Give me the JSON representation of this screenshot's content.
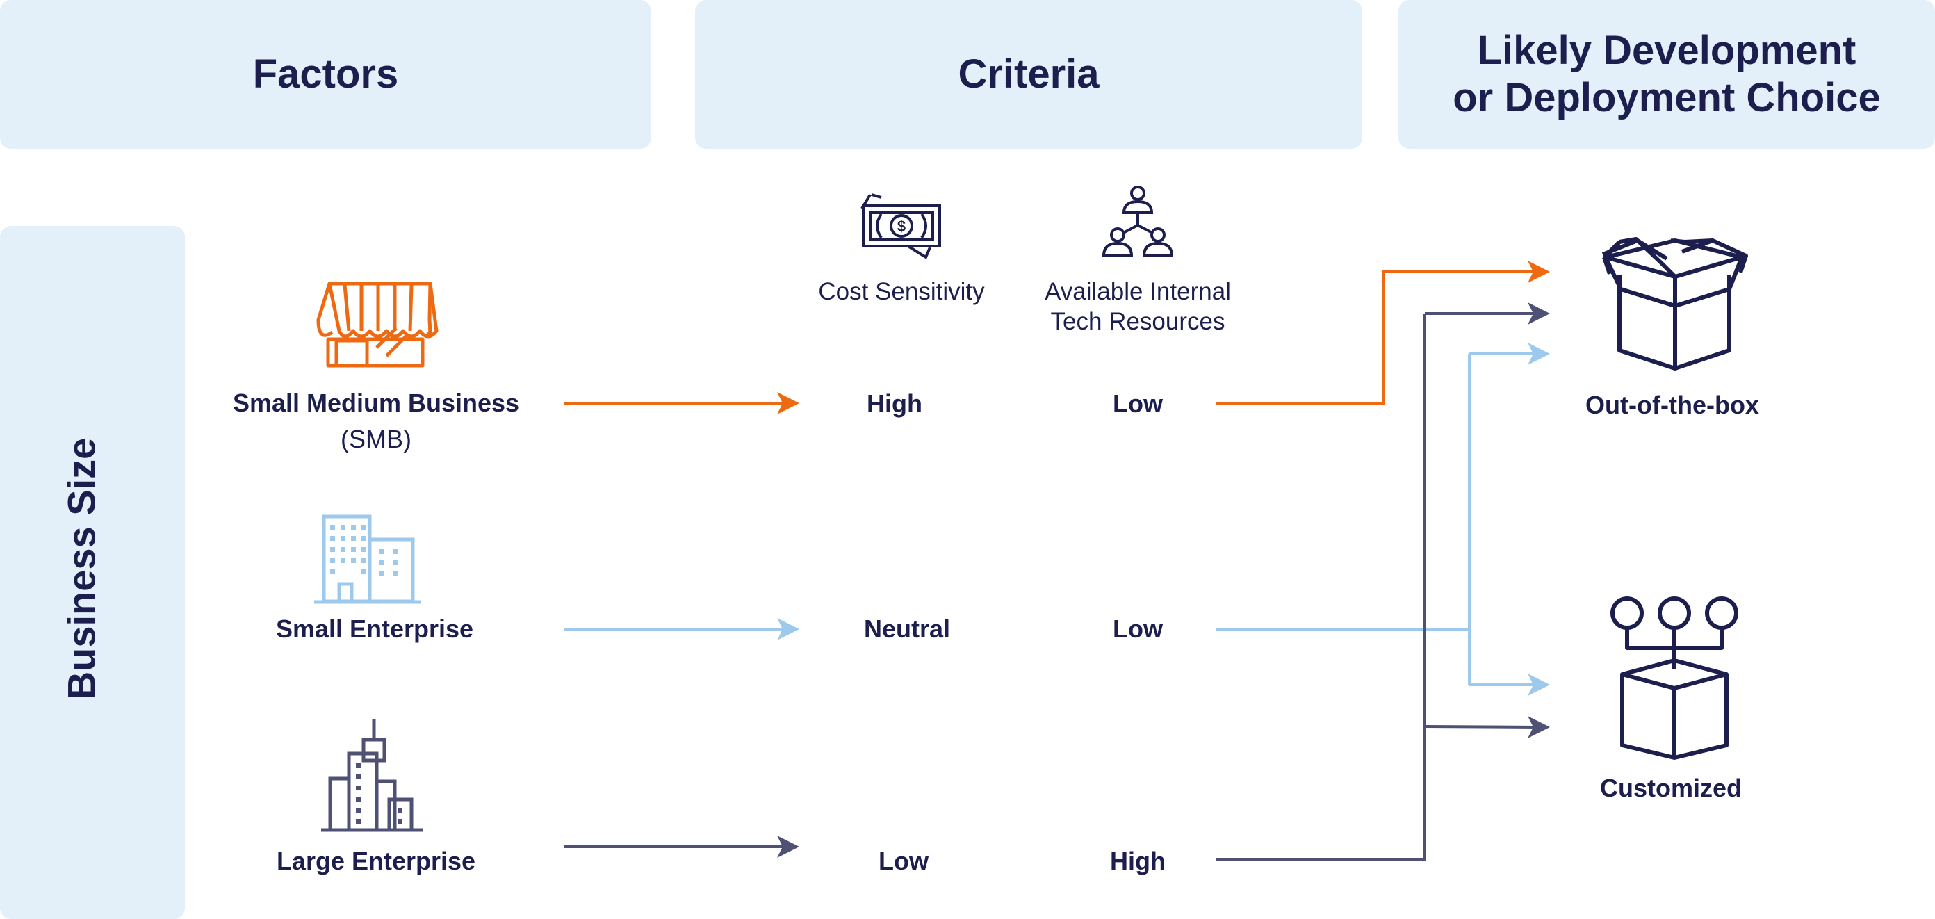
{
  "headers": {
    "factors": "Factors",
    "criteria": "Criteria",
    "choice_line1": "Likely Development",
    "choice_line2": "or Deployment Choice"
  },
  "side_label": "Business Size",
  "criteria_columns": {
    "cost": {
      "label": "Cost Sensitivity",
      "icon": "money-icon"
    },
    "tech": {
      "label_line1": "Available Internal",
      "label_line2": "Tech Resources",
      "icon": "team-icon"
    }
  },
  "rows": [
    {
      "name_line1": "Small Medium Business",
      "name_line2": "(SMB)",
      "icon": "storefront-icon",
      "cost": "High",
      "tech": "Low",
      "color": "#ee6a12"
    },
    {
      "name_line1": "Small Enterprise",
      "icon": "office-building-icon",
      "cost": "Neutral",
      "tech": "Low",
      "color": "#9dc9ec"
    },
    {
      "name_line1": "Large Enterprise",
      "icon": "skyscraper-icon",
      "cost": "Low",
      "tech": "High",
      "color": "#4e5173"
    }
  ],
  "outcomes": {
    "out_of_box": {
      "label": "Out-of-the-box",
      "icon": "open-box-icon"
    },
    "customized": {
      "label": "Customized",
      "icon": "custom-box-icon"
    }
  },
  "colors": {
    "header_bg": "#e3f0f9",
    "text": "#1c1f4d",
    "orange": "#ee6a12",
    "light_blue": "#9dc9ec",
    "slate": "#4e5173"
  }
}
